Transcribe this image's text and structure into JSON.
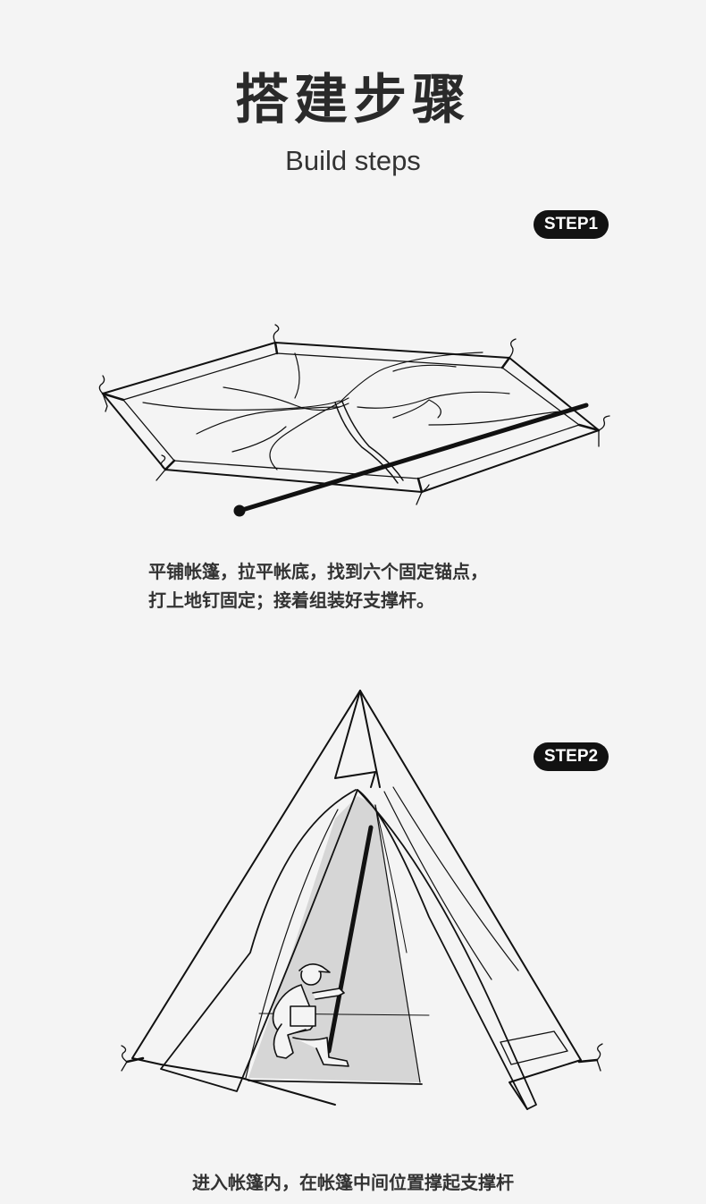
{
  "header": {
    "title": "搭建步骤",
    "subtitle": "Build steps"
  },
  "steps": [
    {
      "badge": "STEP1",
      "lines": [
        "平铺帐篷，拉平帐底，找到六个固定锚点，",
        "打上地钉固定；接着组装好支撑杆。"
      ]
    },
    {
      "badge": "STEP2",
      "lines": [
        "进入帐篷内，在帐篷中间位置撑起支撑杆"
      ]
    }
  ],
  "colors": {
    "background": "#f4f4f4",
    "badge": "#121212",
    "ink": "#111111"
  }
}
